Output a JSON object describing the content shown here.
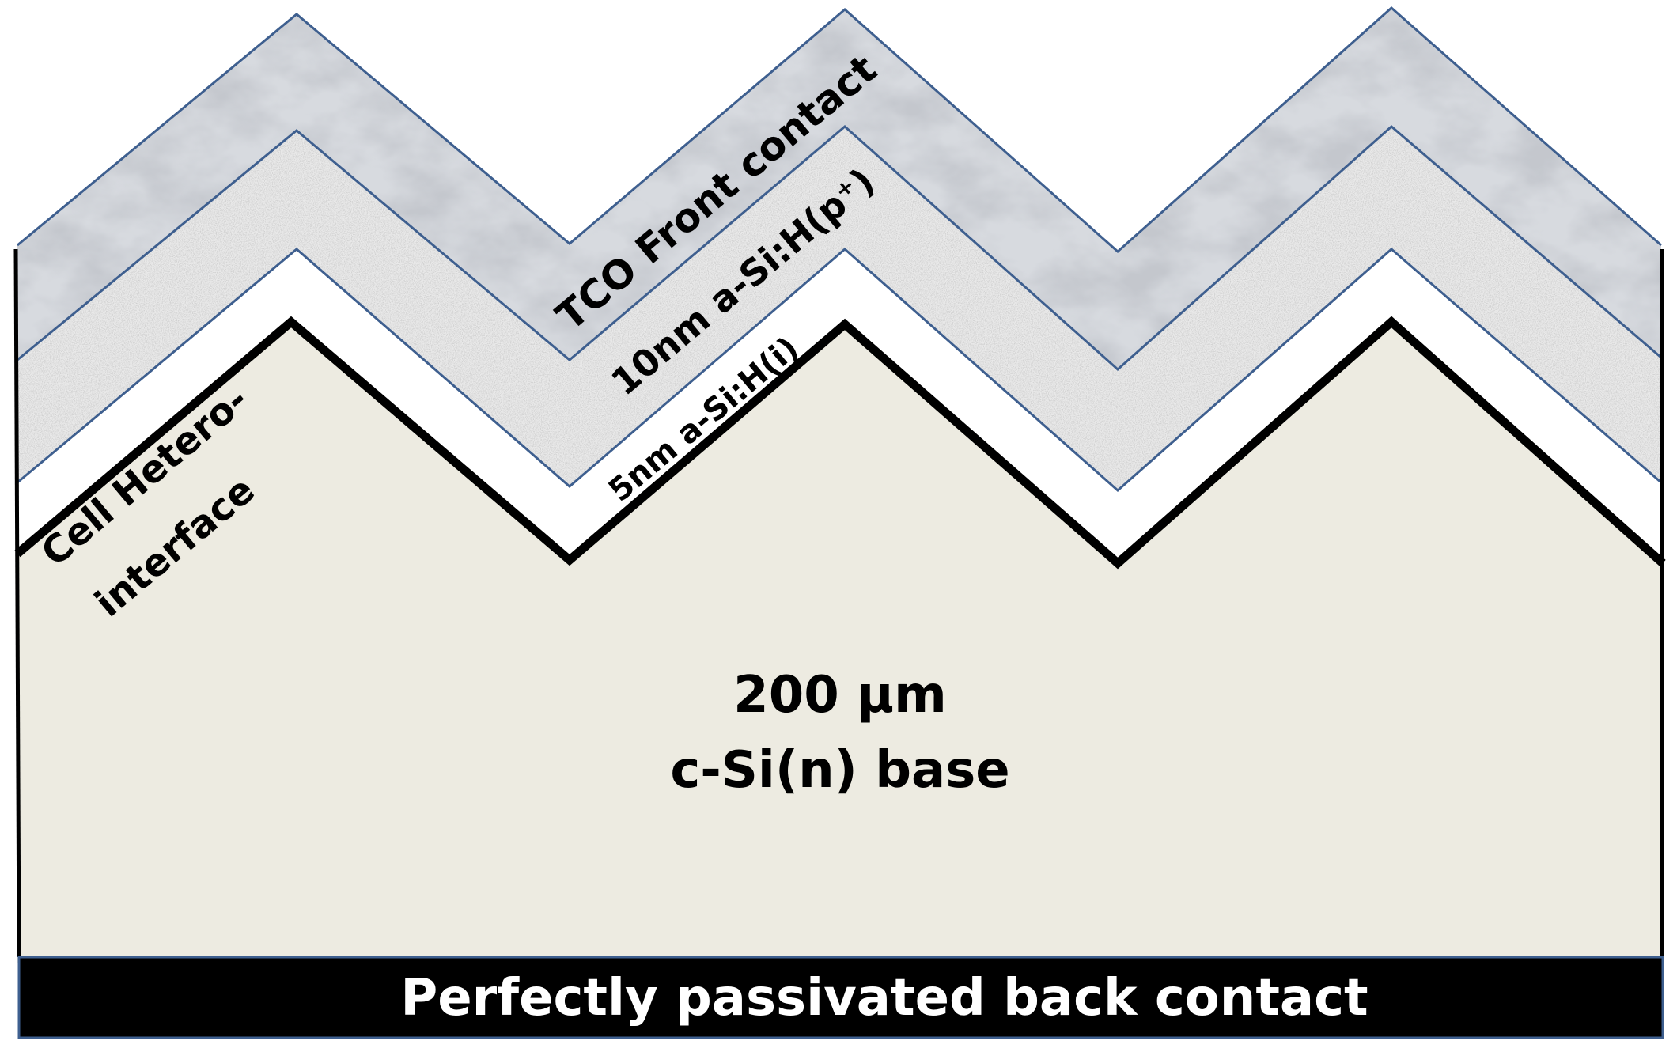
{
  "labels": {
    "tco": "TCO Front contact",
    "p_layer": "10nm a-Si:H(p⁺)",
    "i_layer": "5nm a-Si:H(i)",
    "interface_line1": "Cell Hetero-",
    "interface_line2": "interface",
    "base_line1": "200 μm",
    "base_line2": "c-Si(n) base",
    "back_contact": "Perfectly passivated back contact"
  },
  "colors": {
    "tco_fill": "#d7dadf",
    "tco_vein": "#8e939b",
    "p_layer_fill": "#e9e9e9",
    "i_layer_fill": "#ffffff",
    "base_fill": "#edebe1",
    "layer_border": "#3e5f8f",
    "interface_line": "#000000",
    "back_contact_fill": "#000000",
    "back_contact_text": "#ffffff"
  }
}
